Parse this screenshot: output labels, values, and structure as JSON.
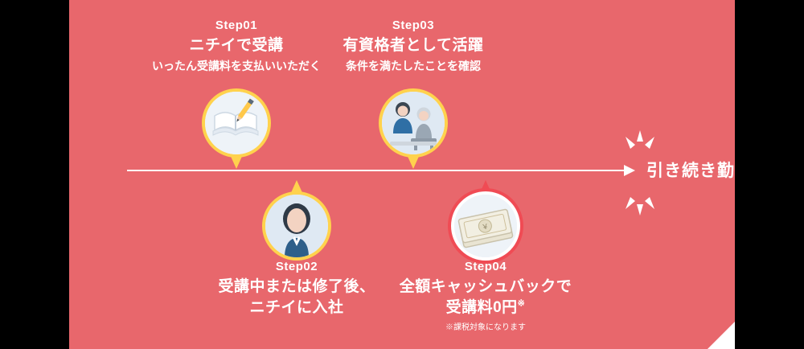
{
  "panel": {
    "background_color": "#e8676c",
    "accent_yellow": "#ffd24d",
    "accent_red": "#f04b54",
    "text_color": "#ffffff"
  },
  "timeline": {
    "arrow_direction": "right",
    "end_label": "引き続き勤務"
  },
  "steps": [
    {
      "id": "step01",
      "position": "above",
      "label": "Step01",
      "headline": "ニチイで受講",
      "subline": "いったん受講料を支払いいただく",
      "note": "",
      "icon": "open-book-with-pencil-icon",
      "ring": "yellow"
    },
    {
      "id": "step02",
      "position": "below",
      "label": "Step02",
      "headline": "受講中または修了後、",
      "headline2": "ニチイに入社",
      "subline": "",
      "note": "",
      "icon": "female-staff-portrait-icon",
      "ring": "yellow"
    },
    {
      "id": "step03",
      "position": "above",
      "label": "Step03",
      "headline": "有資格者として活躍",
      "subline": "条件を満たしたことを確認",
      "note": "",
      "icon": "caregiver-and-senior-icon",
      "ring": "yellow"
    },
    {
      "id": "step04",
      "position": "below",
      "label": "Step04",
      "headline": "全額キャッシュバックで",
      "headline2": "受講料0円",
      "headline2_sup": "※",
      "note": "※課税対象になります",
      "icon": "cash-banknotes-icon",
      "ring": "red"
    }
  ]
}
